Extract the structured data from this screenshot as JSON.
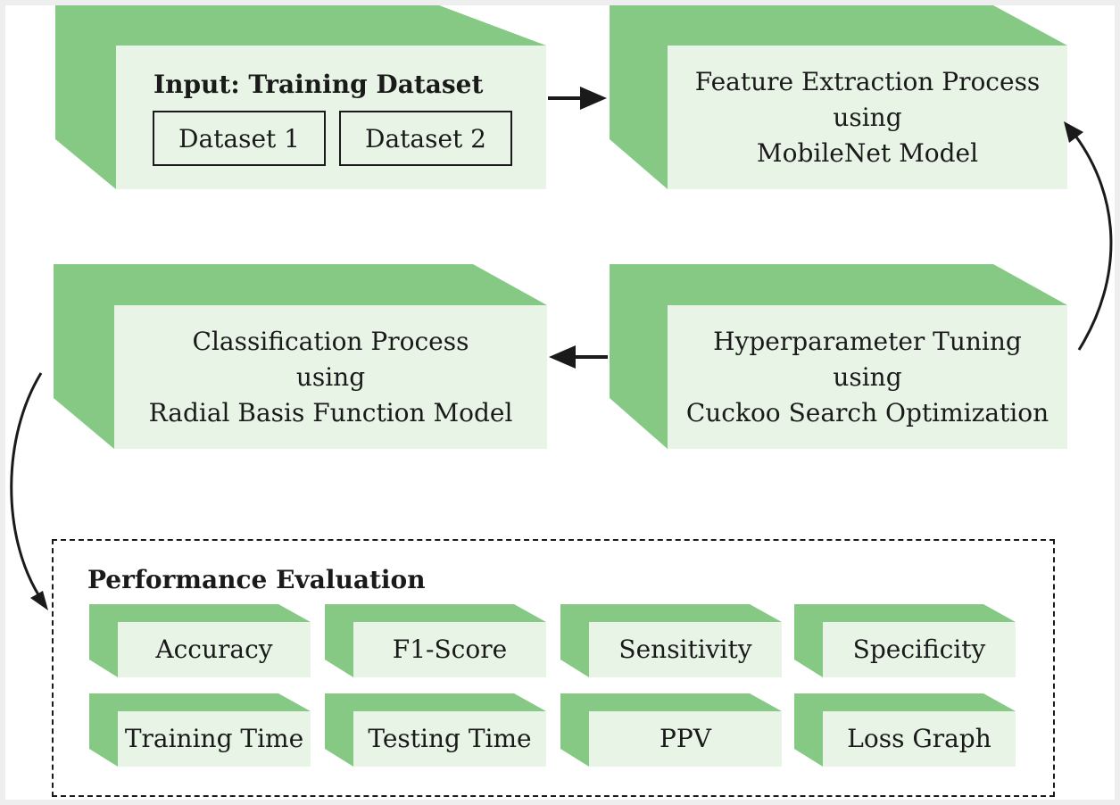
{
  "input": {
    "title": "Input: Training Dataset",
    "datasets": [
      "Dataset 1",
      "Dataset 2"
    ]
  },
  "feature_extraction": {
    "lines": [
      "Feature Extraction Process",
      "using",
      "MobileNet Model"
    ]
  },
  "classification": {
    "lines": [
      "Classification Process",
      "using",
      "Radial Basis Function Model"
    ]
  },
  "hyperparameter": {
    "lines": [
      "Hyperparameter Tuning",
      "using",
      "Cuckoo Search Optimization"
    ]
  },
  "performance": {
    "title": "Performance Evaluation",
    "metrics": [
      "Accuracy",
      "F1-Score",
      "Sensitivity",
      "Specificity",
      "Training Time",
      "Testing Time",
      "PPV",
      "Loss Graph"
    ]
  },
  "colors": {
    "block_side": "#85c985",
    "block_face": "#e8f4e6",
    "arrow": "#1a1a1a"
  }
}
